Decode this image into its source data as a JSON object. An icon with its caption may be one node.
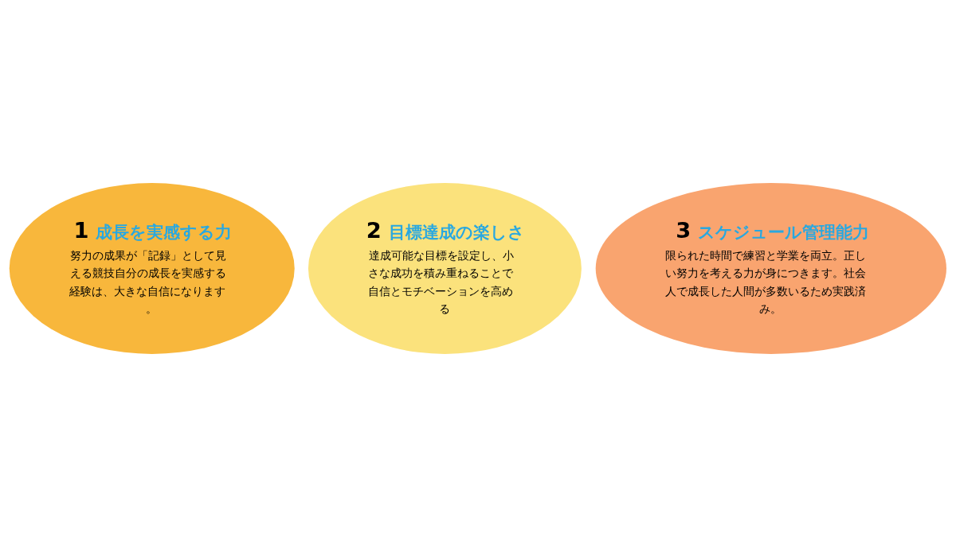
{
  "diagram": {
    "nodes": [
      {
        "text": [
          "1",
          "成長を実感する力",
          "努力の成果が「記録」として見える競技自分の成長を実感する経験は、大きな自信になります。"
        ]
      },
      {
        "text": [
          "2",
          "目標達成の楽しさ",
          "達成可能な目標を設定し、小さな成功を積み重ねることで自信とモチベーションを高める"
        ]
      },
      {
        "text": [
          "3",
          "スケジュール管理能力",
          "限られた時間で練習と学業を両立。正しい努力を考える力が身につきます。社会人で成長した人間が多数いるため実践済み。"
        ]
      }
    ]
  }
}
